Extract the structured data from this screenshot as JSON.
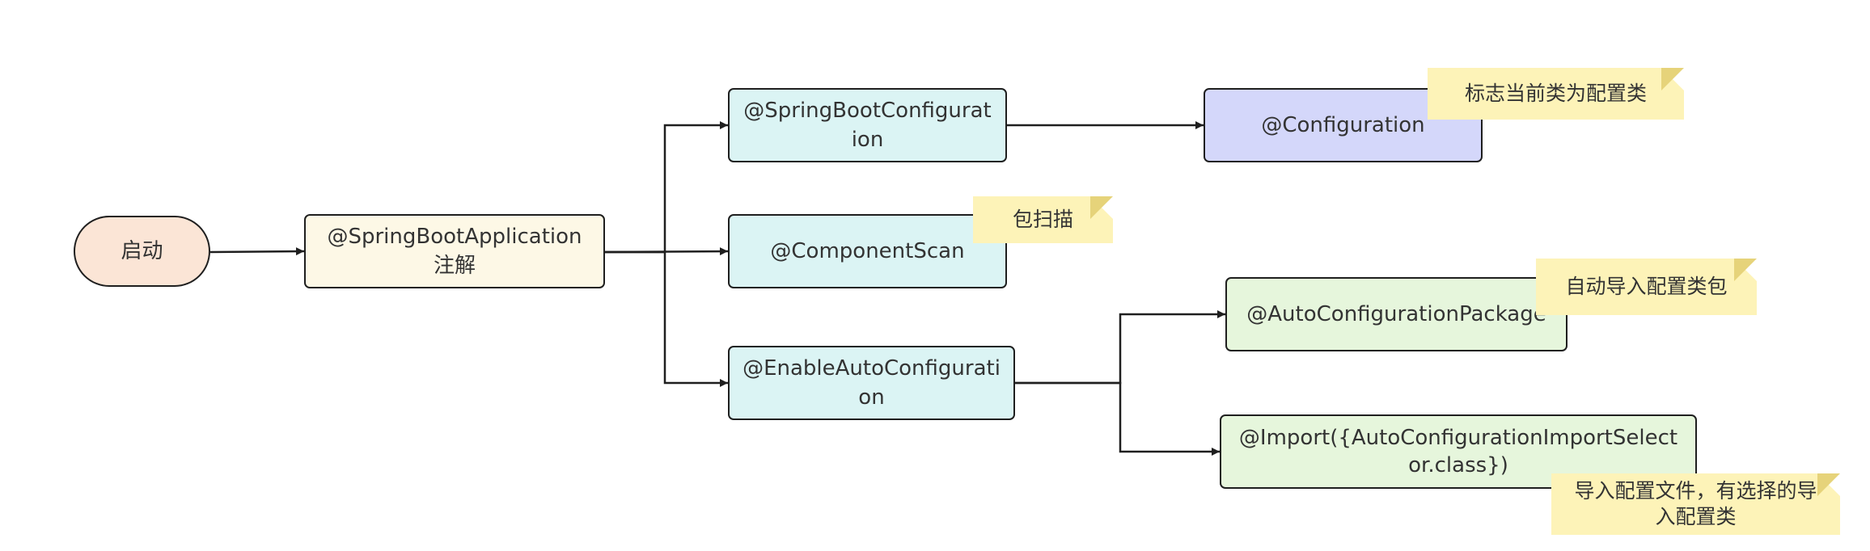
{
  "nodes": {
    "start": "启动",
    "app": [
      "@SpringBootApplication",
      "注解"
    ],
    "sbconfig": [
      "@SpringBootConfigurat",
      "ion"
    ],
    "cscan": "@ComponentScan",
    "enable": [
      "@EnableAutoConfigurati",
      "on"
    ],
    "config": "@Configuration",
    "package": "@AutoConfigurationPackage",
    "import": [
      "@Import({AutoConfigurationImportSelect",
      "or.class})"
    ]
  },
  "notes": {
    "config_note": "标志当前类为配置类",
    "cscan_note": "包扫描",
    "package_note": "自动导入配置类包",
    "import_note": [
      "导入配置文件，有选择的导",
      "入配置类"
    ]
  },
  "colors": {
    "start_fill": "#fbe5d6",
    "app_fill": "#fdf8e6",
    "child_fill": "#dbf4f4",
    "config_fill": "#d4d7fa",
    "auto_fill": "#e6f6dc",
    "note_fill": "#fdf3b8",
    "edge": "#1f1f1f"
  }
}
